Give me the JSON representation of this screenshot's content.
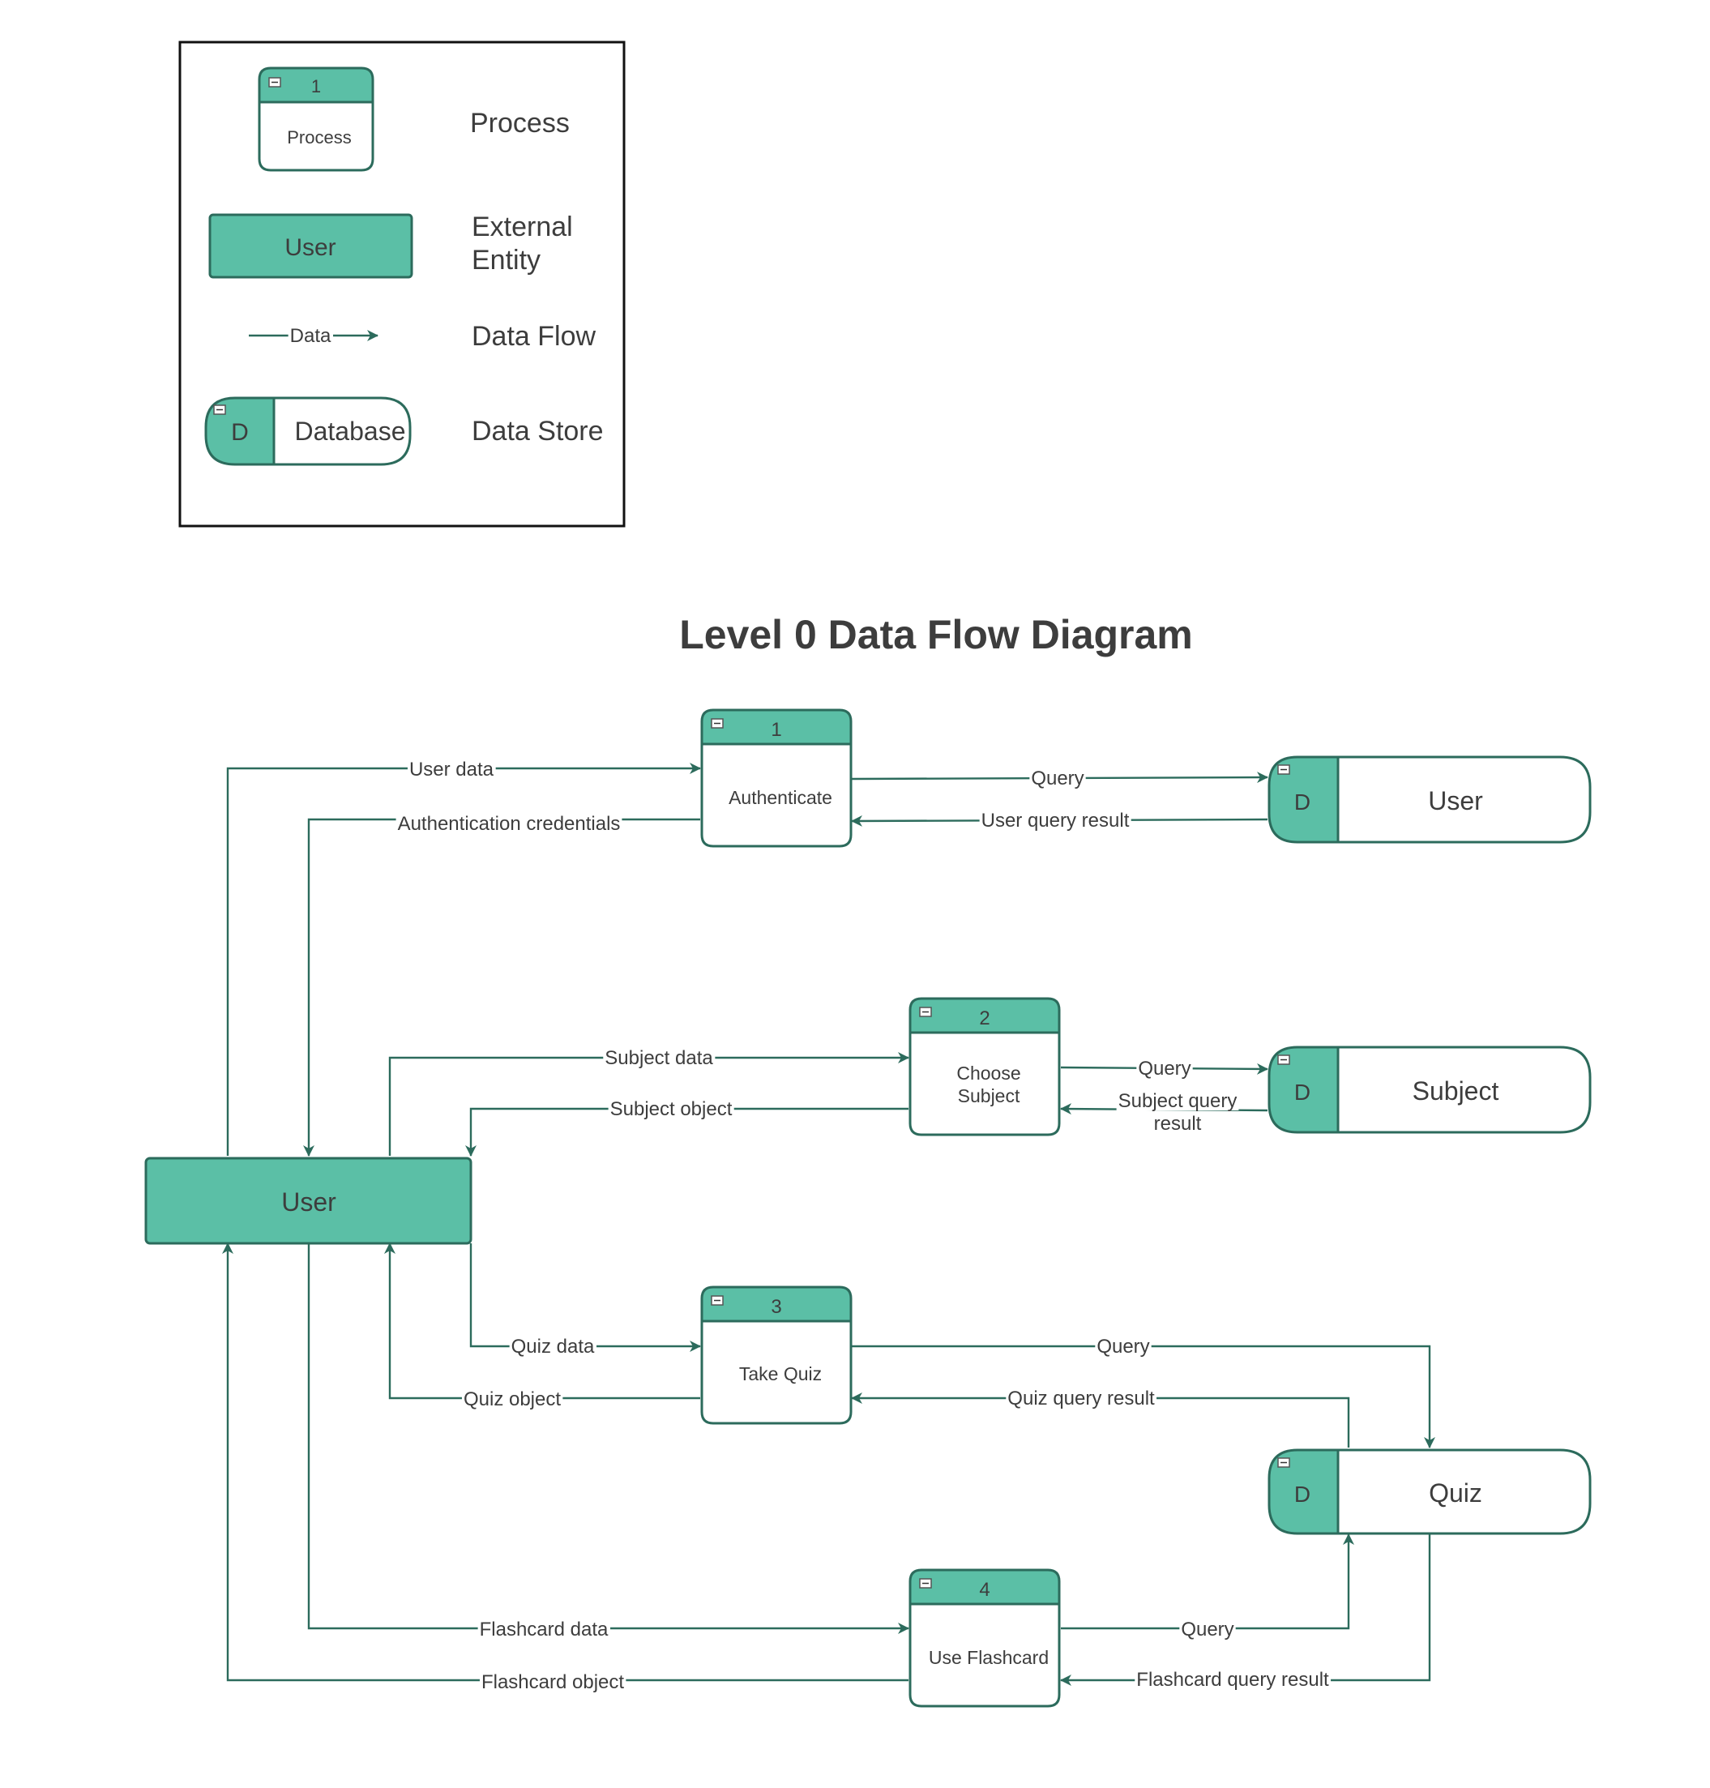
{
  "legend": {
    "process_number": "1",
    "process_label": "Process",
    "process_desc": "Process",
    "entity_label": "User",
    "entity_desc_line1": "External",
    "entity_desc_line2": "Entity",
    "flow_label": "Data",
    "flow_desc": "Data Flow",
    "store_id": "D",
    "store_label": "Database",
    "store_desc": "Data Store"
  },
  "title": "Level 0 Data Flow Diagram",
  "colors": {
    "fill": "#5bbfa6",
    "stroke": "#2c6b5c",
    "text": "#3d3d3d"
  },
  "external_entity": {
    "label": "User"
  },
  "processes": [
    {
      "number": "1",
      "label_lines": [
        "Authenticate"
      ]
    },
    {
      "number": "2",
      "label_lines": [
        "Choose",
        "Subject"
      ]
    },
    {
      "number": "3",
      "label_lines": [
        "Take Quiz"
      ]
    },
    {
      "number": "4",
      "label_lines": [
        "Use Flashcard"
      ]
    }
  ],
  "stores": [
    {
      "id": "D",
      "label": "User"
    },
    {
      "id": "D",
      "label": "Subject"
    },
    {
      "id": "D",
      "label": "Quiz"
    }
  ],
  "flows": {
    "user_data": "User data",
    "auth_credentials": "Authentication credentials",
    "auth_query": "Query",
    "user_query_result": "User query result",
    "subject_data": "Subject data",
    "subject_object": "Subject object",
    "subject_query": "Query",
    "subject_query_result_line1": "Subject query",
    "subject_query_result_line2": "result",
    "quiz_data": "Quiz data",
    "quiz_object": "Quiz object",
    "quiz_query": "Query",
    "quiz_query_result": "Quiz query result",
    "flashcard_data": "Flashcard data",
    "flashcard_object": "Flashcard object",
    "flashcard_query": "Query",
    "flashcard_query_result": "Flashcard query result"
  }
}
